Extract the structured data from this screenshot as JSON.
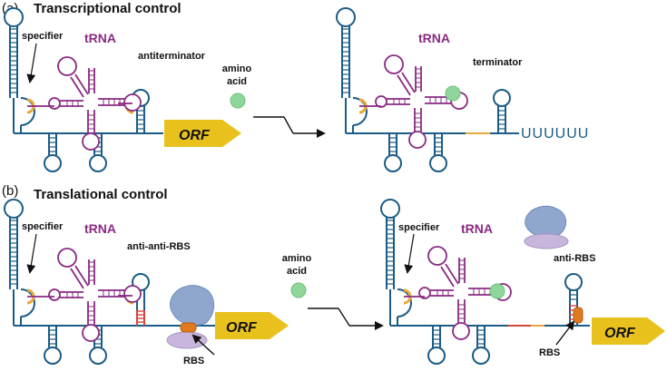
{
  "panel_a": {
    "letter": "(a)",
    "title": "Transcriptional control",
    "left": {
      "specifier": "specifier",
      "trna": "tRNA",
      "switch": "antiterminator",
      "orf": "ORF"
    },
    "arrow_label": [
      "amino",
      "acid"
    ],
    "right": {
      "trna": "tRNA",
      "switch": "terminator",
      "polyU": "UUUUUU"
    }
  },
  "panel_b": {
    "letter": "(b)",
    "title": "Translational control",
    "left": {
      "specifier": "specifier",
      "trna": "tRNA",
      "switch": "anti-anti-RBS",
      "orf": "ORF",
      "rbs": "RBS"
    },
    "arrow_label": [
      "amino",
      "acid"
    ],
    "right": {
      "specifier": "specifier",
      "trna": "tRNA",
      "switch": "anti-RBS",
      "orf": "ORF",
      "rbs": "RBS"
    }
  },
  "colors": {
    "rna": "#1b5c86",
    "trna": "#8a2a82",
    "specifier": "#e8a93a",
    "amino_acid": "#8fd69a",
    "orf": "#e9c11d",
    "rbs": "#e07a1f",
    "ribosome_large": "#8fa7cf",
    "ribosome_small": "#c9b6dc",
    "anti_rbs_pairing": "#d7453f"
  }
}
